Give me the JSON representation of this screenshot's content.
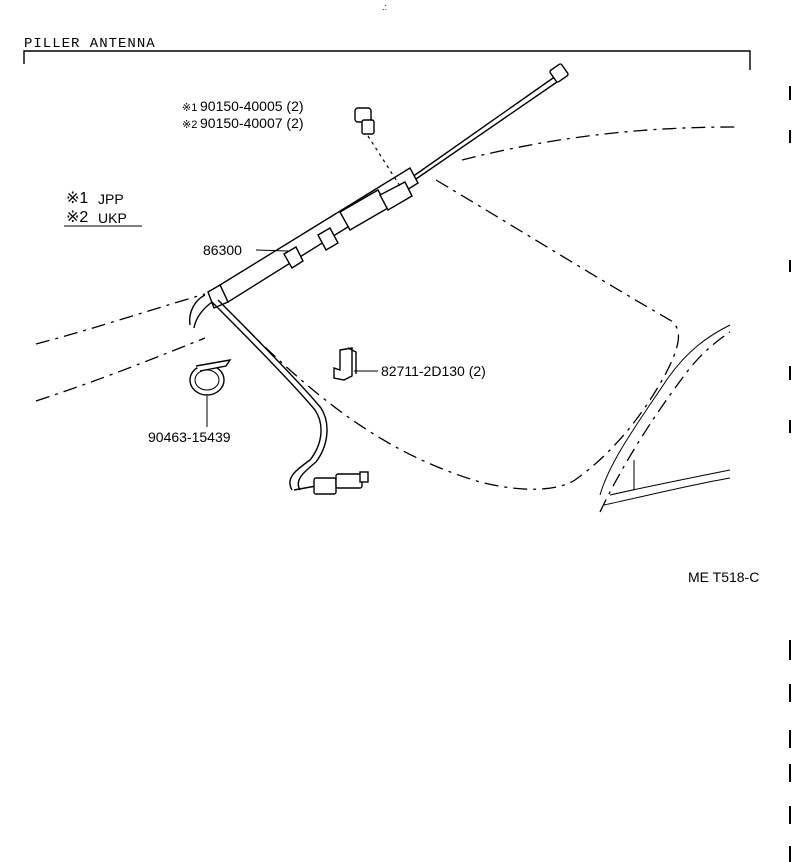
{
  "title": "PILLER ANTENNA",
  "notes": [
    {
      "mark": "※1",
      "text": "JPP"
    },
    {
      "mark": "※2",
      "text": "UKP"
    }
  ],
  "parts": {
    "bolt_line_1": {
      "mark": "※1",
      "number": "90150-40005 (2)"
    },
    "bolt_line_2": {
      "mark": "※2",
      "number": "90150-40007 (2)"
    },
    "antenna": "86300",
    "bracket": "82711-2D130 (2)",
    "clamp": "90463-15439"
  },
  "figure_code": "ME T518-C"
}
